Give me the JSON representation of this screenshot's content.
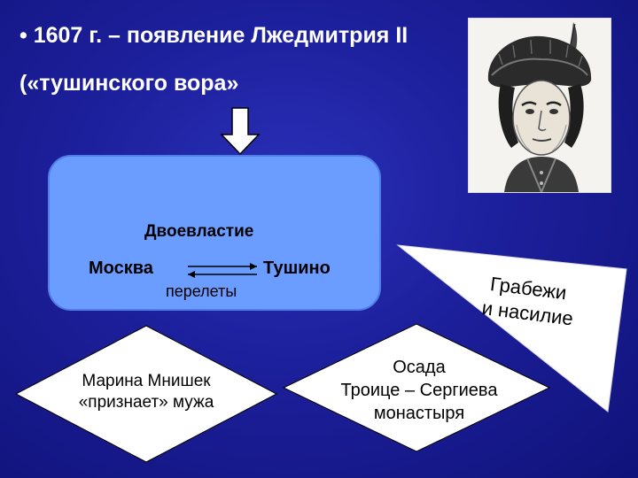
{
  "header": {
    "line1": "• 1607 г. – появление Лжедмитрия II",
    "line2": "(«тушинского вора»"
  },
  "portrait": {
    "icon": "portrait-false-dmitry-ii"
  },
  "power_box": {
    "title": "Двоевластие",
    "left_label": "Москва",
    "right_label": "Тушино",
    "connector_label": "перелеты"
  },
  "wedge": {
    "line1": "Грабежи",
    "line2": "и насилие"
  },
  "diamond_left": {
    "line1": "Марина Мнишек",
    "line2": "«признает» мужа"
  },
  "diamond_right": {
    "line1": "Осада",
    "line2": "Троице – Сергиева",
    "line3": "монастыря"
  },
  "colors": {
    "background": "#1c1f9a",
    "box_fill": "#6b9cff",
    "shape_fill": "#ffffff"
  }
}
